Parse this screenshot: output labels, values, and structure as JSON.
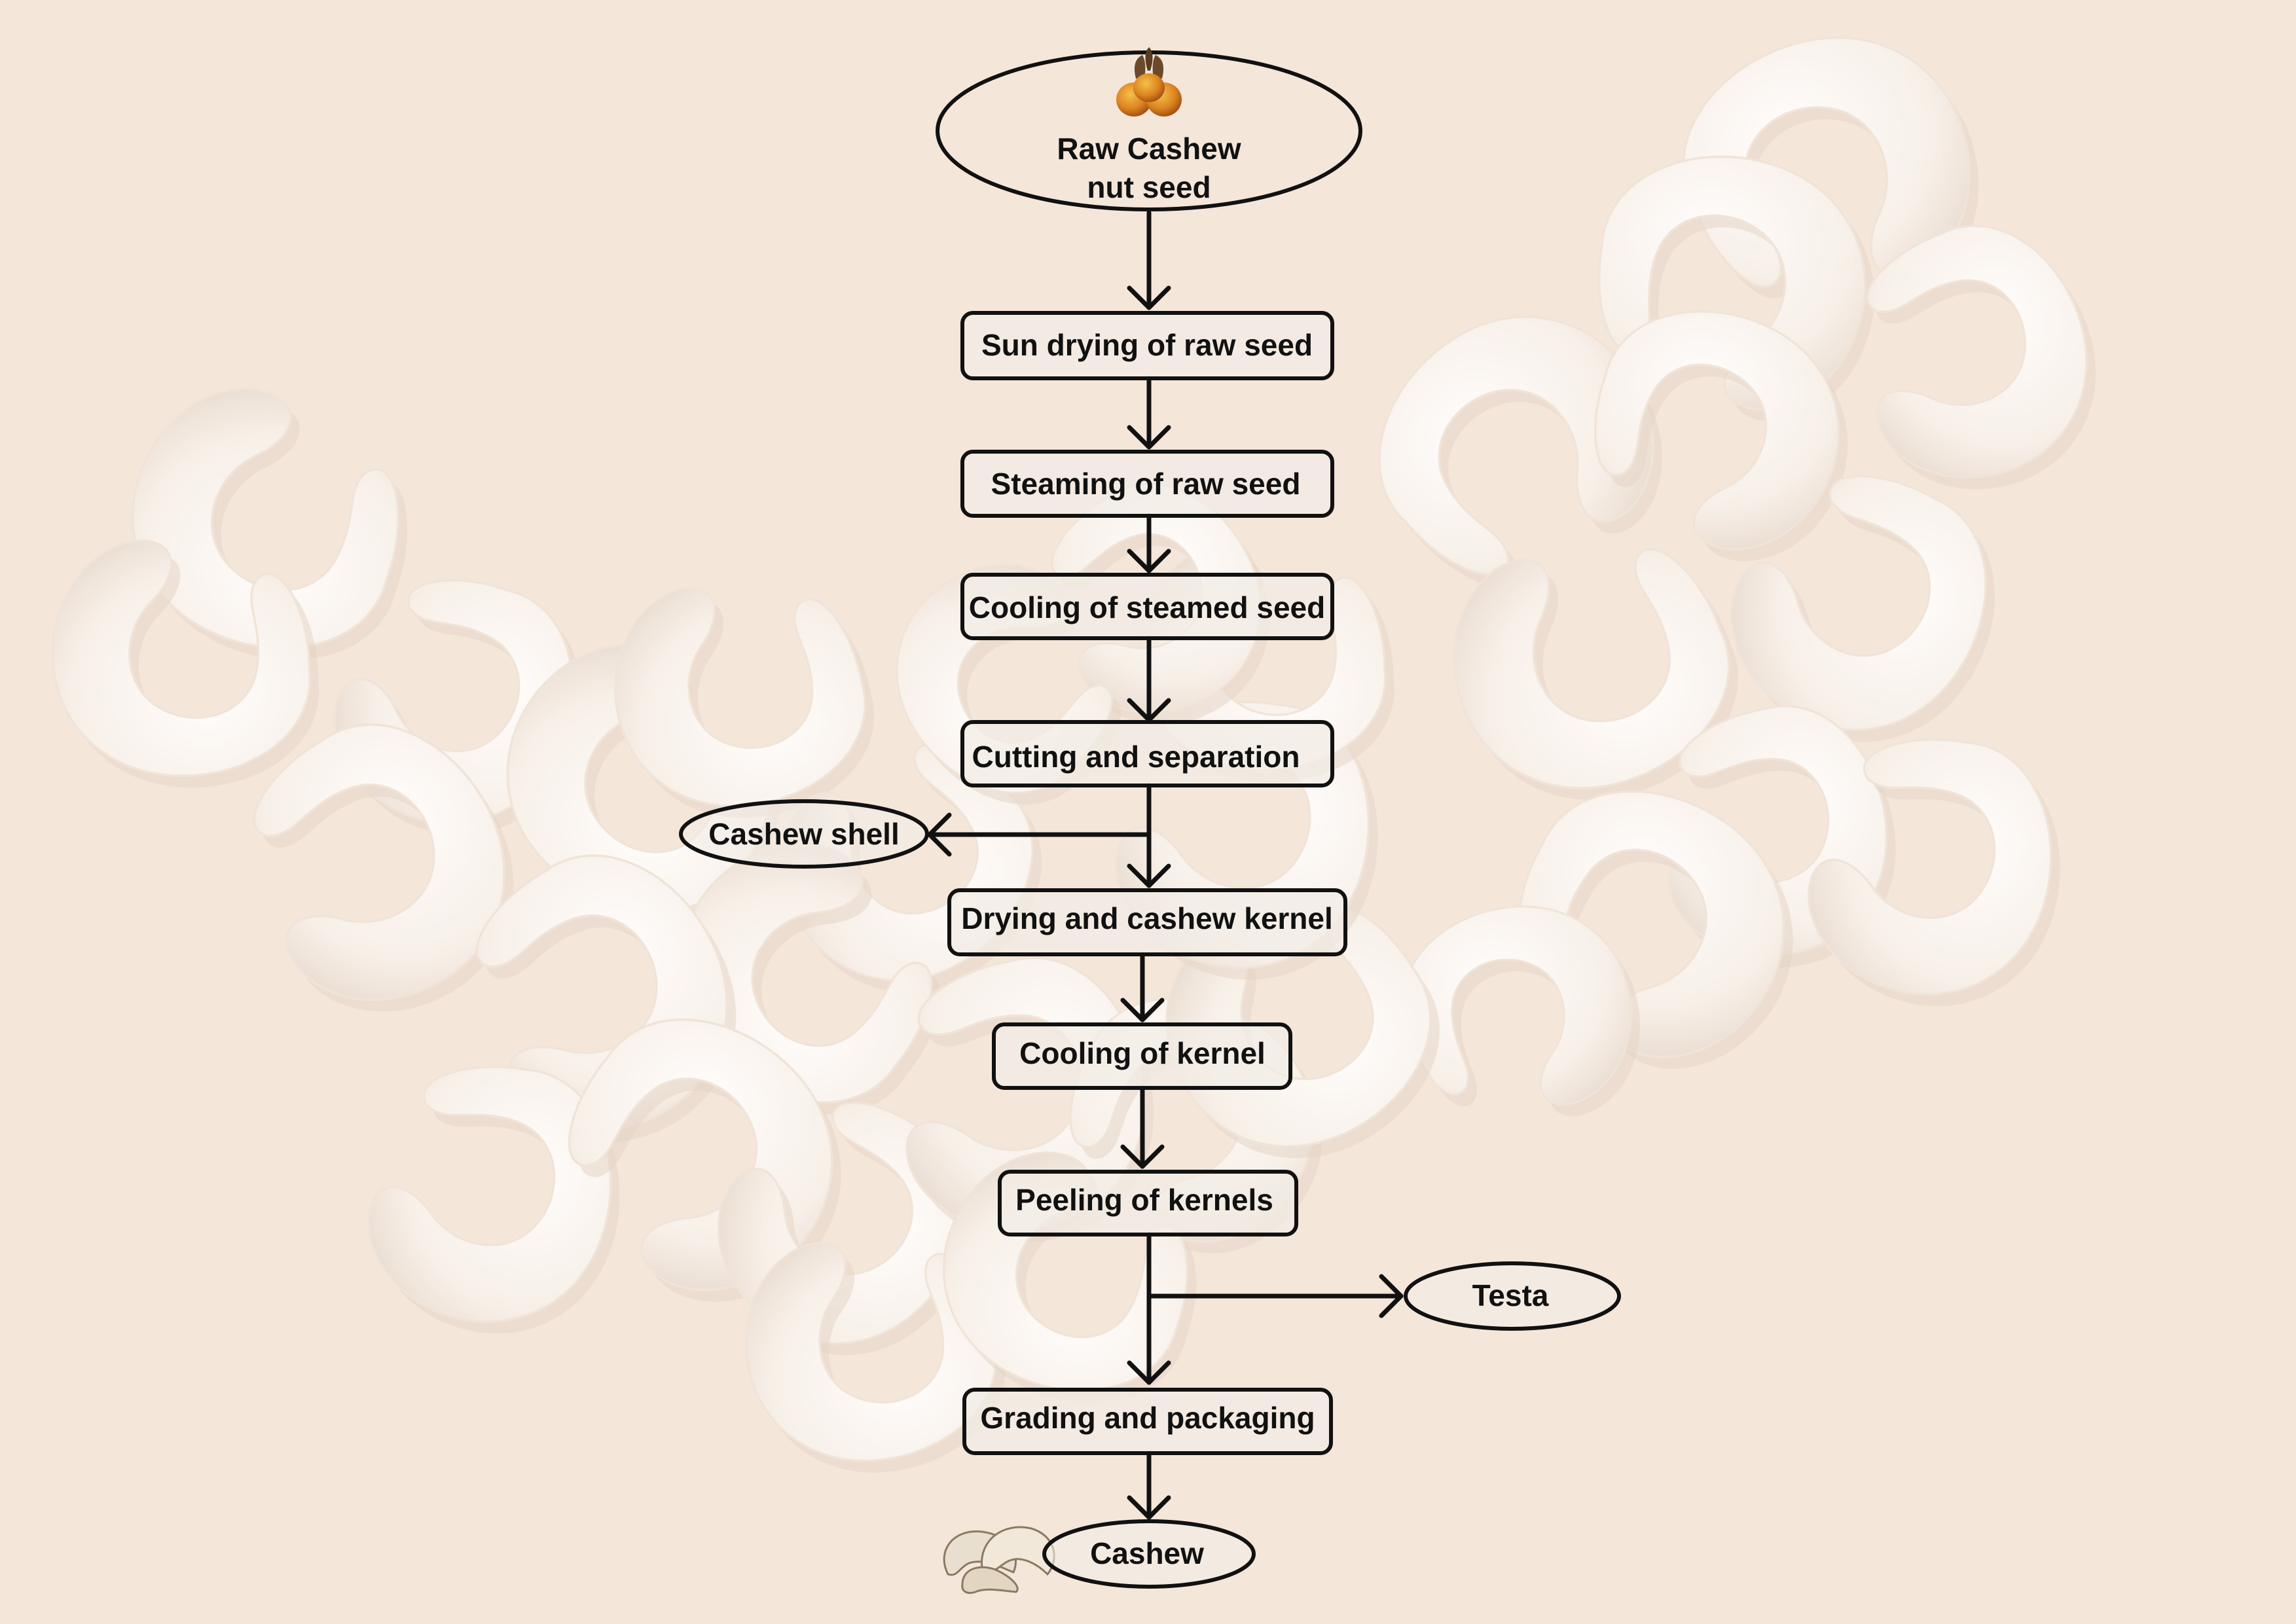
{
  "diagram": {
    "start": {
      "line1": "Raw Cashew",
      "line2": "nut seed"
    },
    "steps": [
      "Sun drying of raw seed",
      "Steaming of raw seed",
      "Cooling of steamed seed",
      "Cutting and separation",
      "Drying and cashew kernel",
      "Cooling of kernel",
      "Peeling of kernels",
      "Grading and packaging"
    ],
    "byproducts": {
      "shell": "Cashew shell",
      "testa": "Testa"
    },
    "end": "Cashew"
  },
  "colors": {
    "background": "#f5e6da",
    "cashew_fill": "#fbf7f2",
    "cashew_shadow": "#e9dccf",
    "box_fill": "#f2ece6",
    "stroke": "#111111"
  }
}
